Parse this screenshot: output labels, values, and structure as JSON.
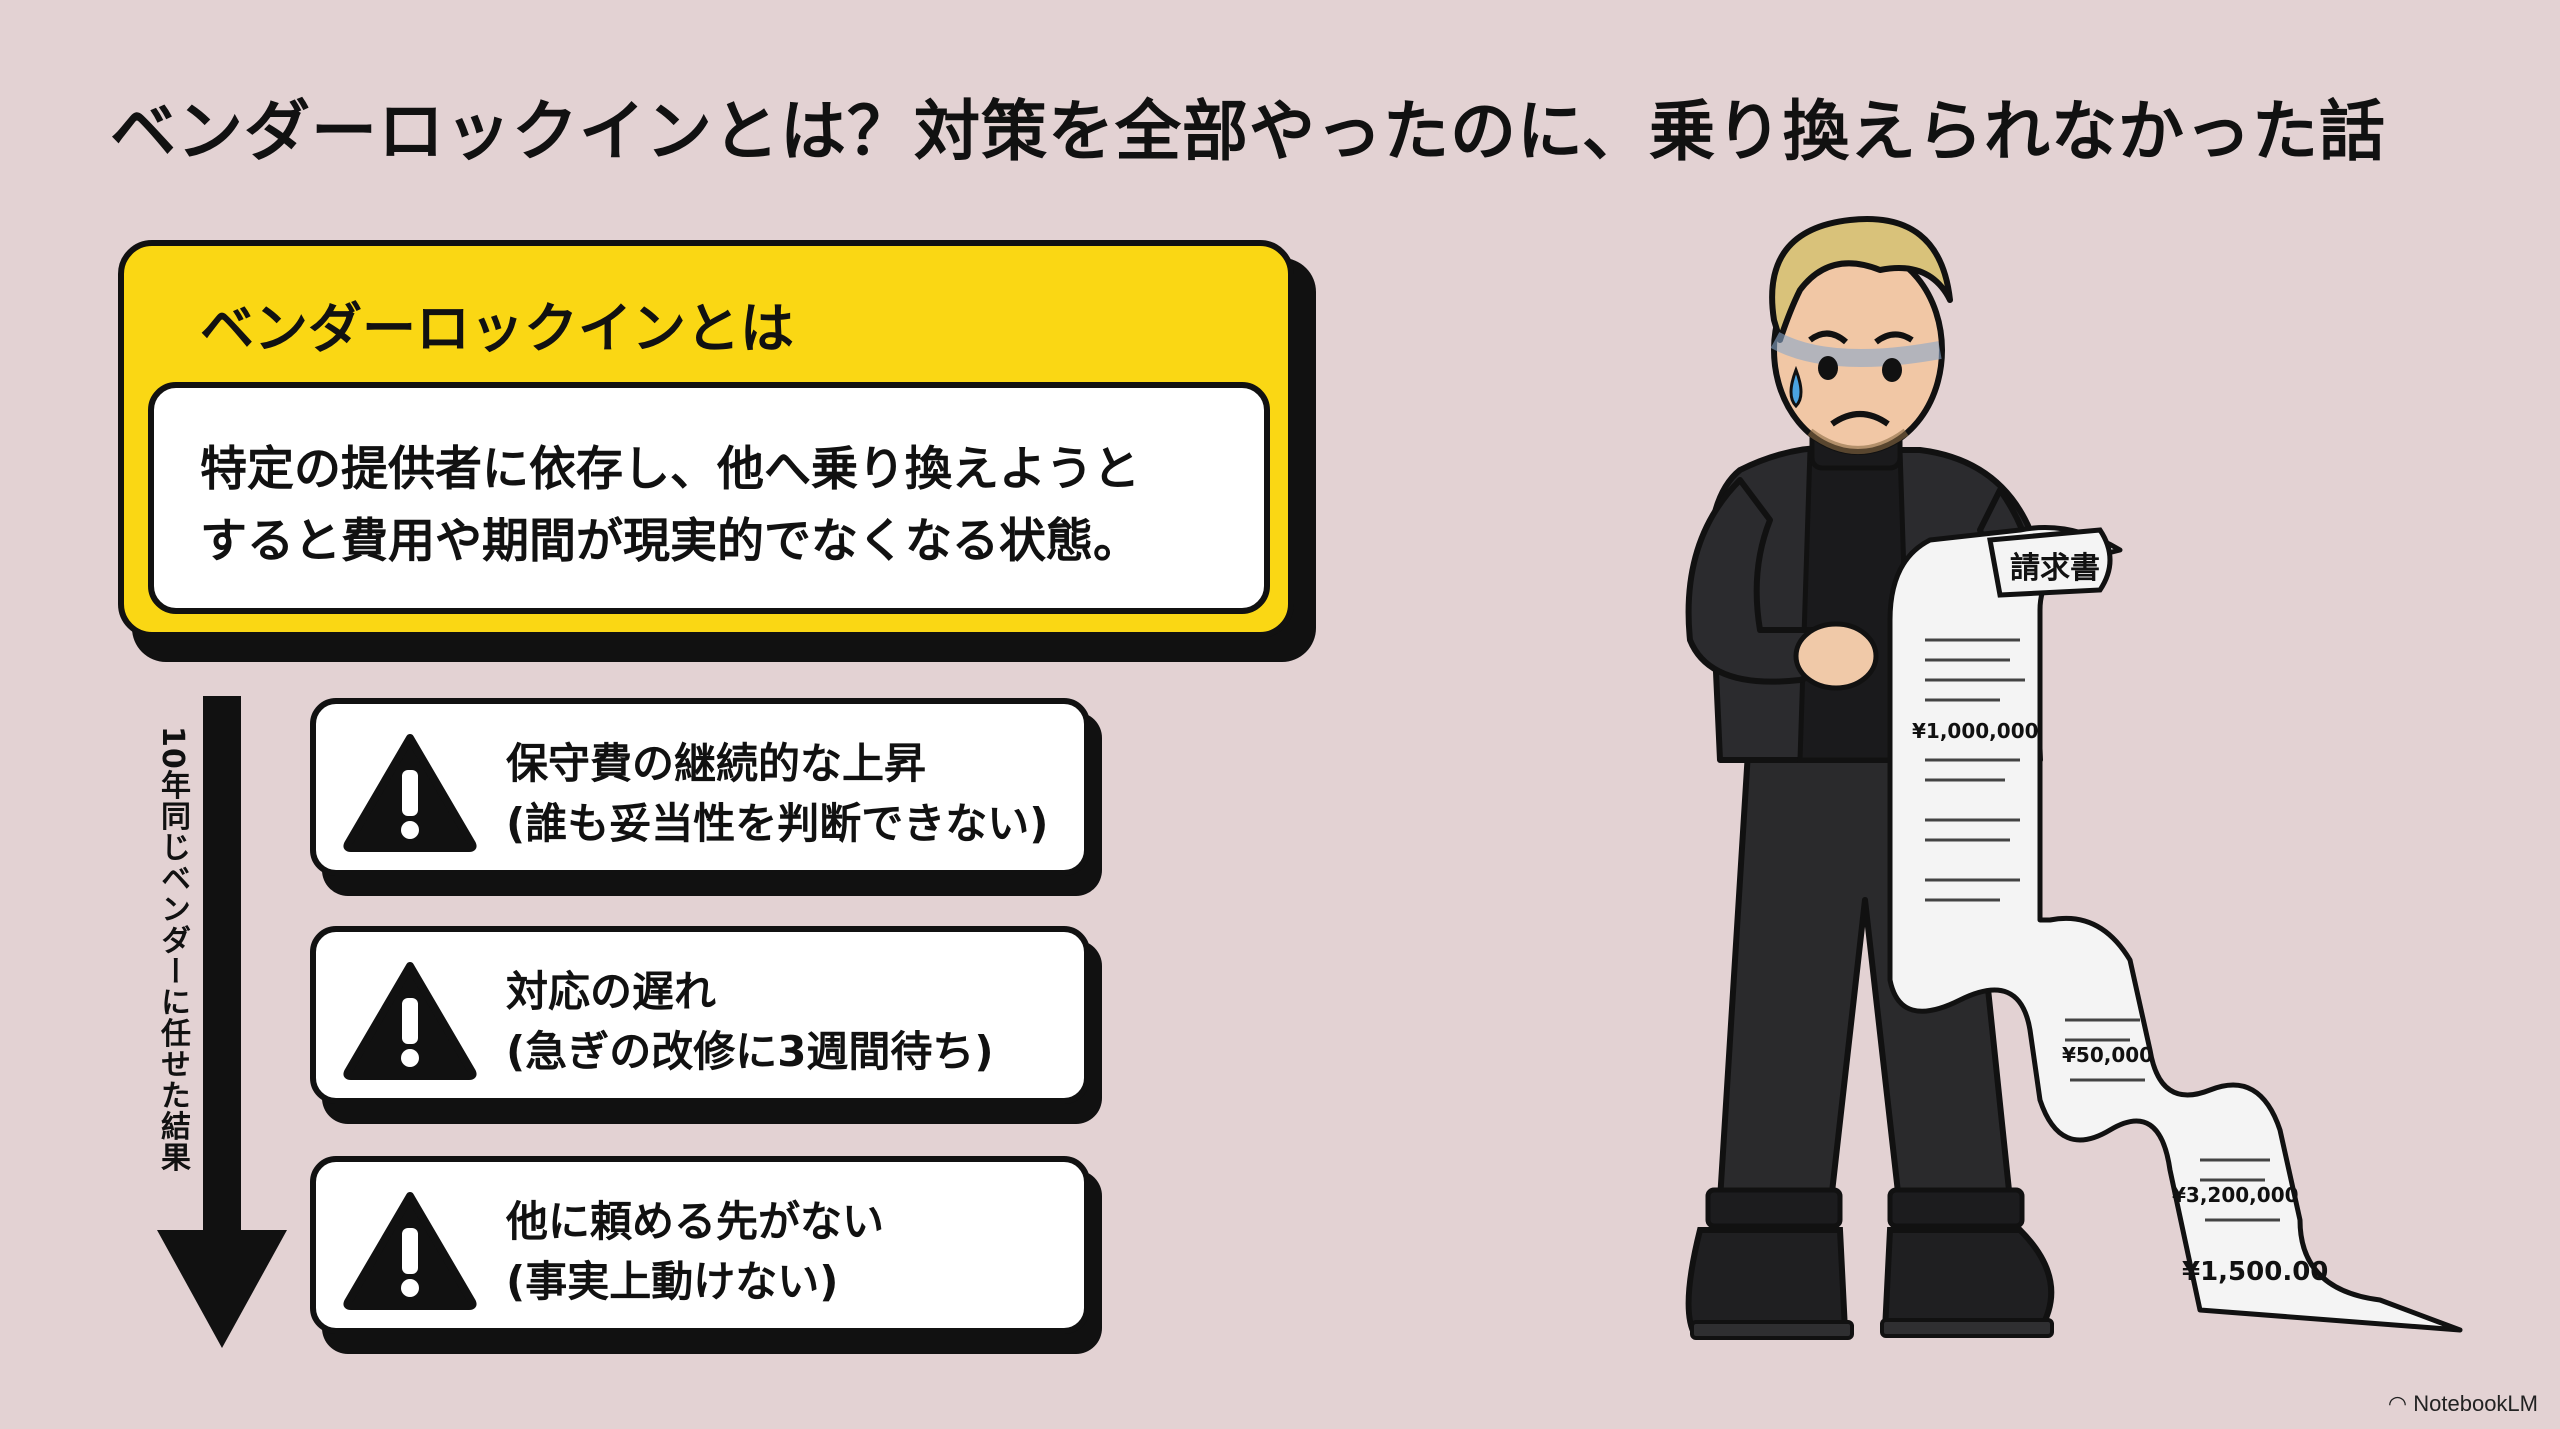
{
  "title": "ベンダーロックインとは？対策を全部やったのに、乗り換えられなかった話",
  "definition": {
    "heading": "ベンダーロックインとは",
    "lines": [
      "特定の提供者に依存し、他へ乗り換えようと",
      "すると費用や期間が現実的でなくなる状態。"
    ]
  },
  "timeline_label": "10年同じベンダーに任せた結果",
  "results": [
    {
      "line1": "保守費の継続的な上昇",
      "line2": "(誰も妥当性を判断できない)"
    },
    {
      "line1": "対応の遅れ",
      "line2": "(急ぎの改修に3週間待ち)"
    },
    {
      "line1": "他に頼める先がない",
      "line2": "(事実上動けない)"
    }
  ],
  "receipt": {
    "header": "請求書",
    "amounts": [
      "¥1,000,000",
      "¥50,000",
      "¥3,200,000",
      "¥1,500.00"
    ]
  },
  "credit": "NotebookLM",
  "icons": {
    "warning": "warning-icon",
    "notebook": "notebooklm-logo-icon"
  },
  "colors": {
    "background": "#e3d2d3",
    "accent": "#fad714",
    "ink": "#111111"
  }
}
